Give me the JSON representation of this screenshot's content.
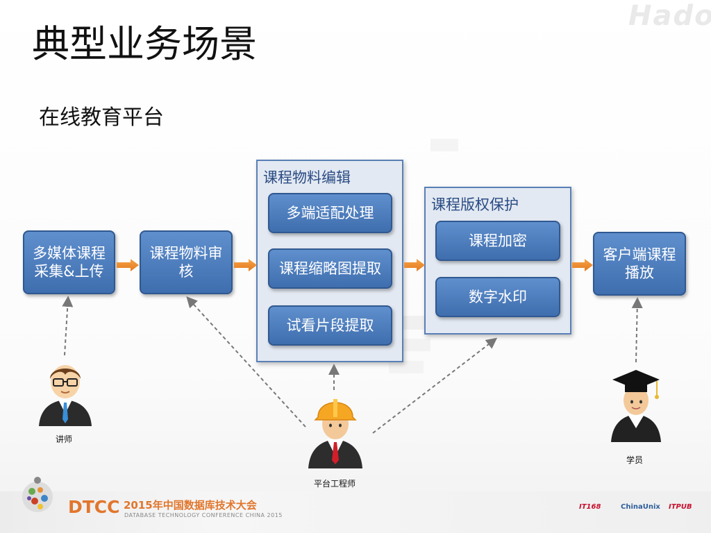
{
  "watermark": "Hadoop",
  "slide": {
    "title": "典型业务场景",
    "subtitle": "在线教育平台"
  },
  "diagram": {
    "nodes": {
      "upload": "多媒体课程采集&上传",
      "review": "课程物料审核",
      "adapt": "多端适配处理",
      "thumbnail": "课程缩略图提取",
      "preview": "试看片段提取",
      "encrypt": "课程加密",
      "watermark": "数字水印",
      "playback": "客户端课程播放"
    },
    "groups": {
      "edit": "课程物料编辑",
      "copyright": "课程版权保护"
    },
    "people": {
      "lecturer": "讲师",
      "engineer": "平台工程师",
      "student": "学员"
    }
  },
  "footer": {
    "logo": "DTCC",
    "conference": "2015年中国数据库技术大会",
    "conference_en": "DATABASE TECHNOLOGY CONFERENCE CHINA 2015",
    "sponsors": [
      "IT168",
      "ChinaUnix",
      "ITPUB"
    ]
  },
  "colors": {
    "node_fill": "#4a7bbd",
    "node_border": "#2f5890",
    "group_fill": "#e3e9f2",
    "arrow": "#f08a24",
    "accent": "#e1762c"
  }
}
